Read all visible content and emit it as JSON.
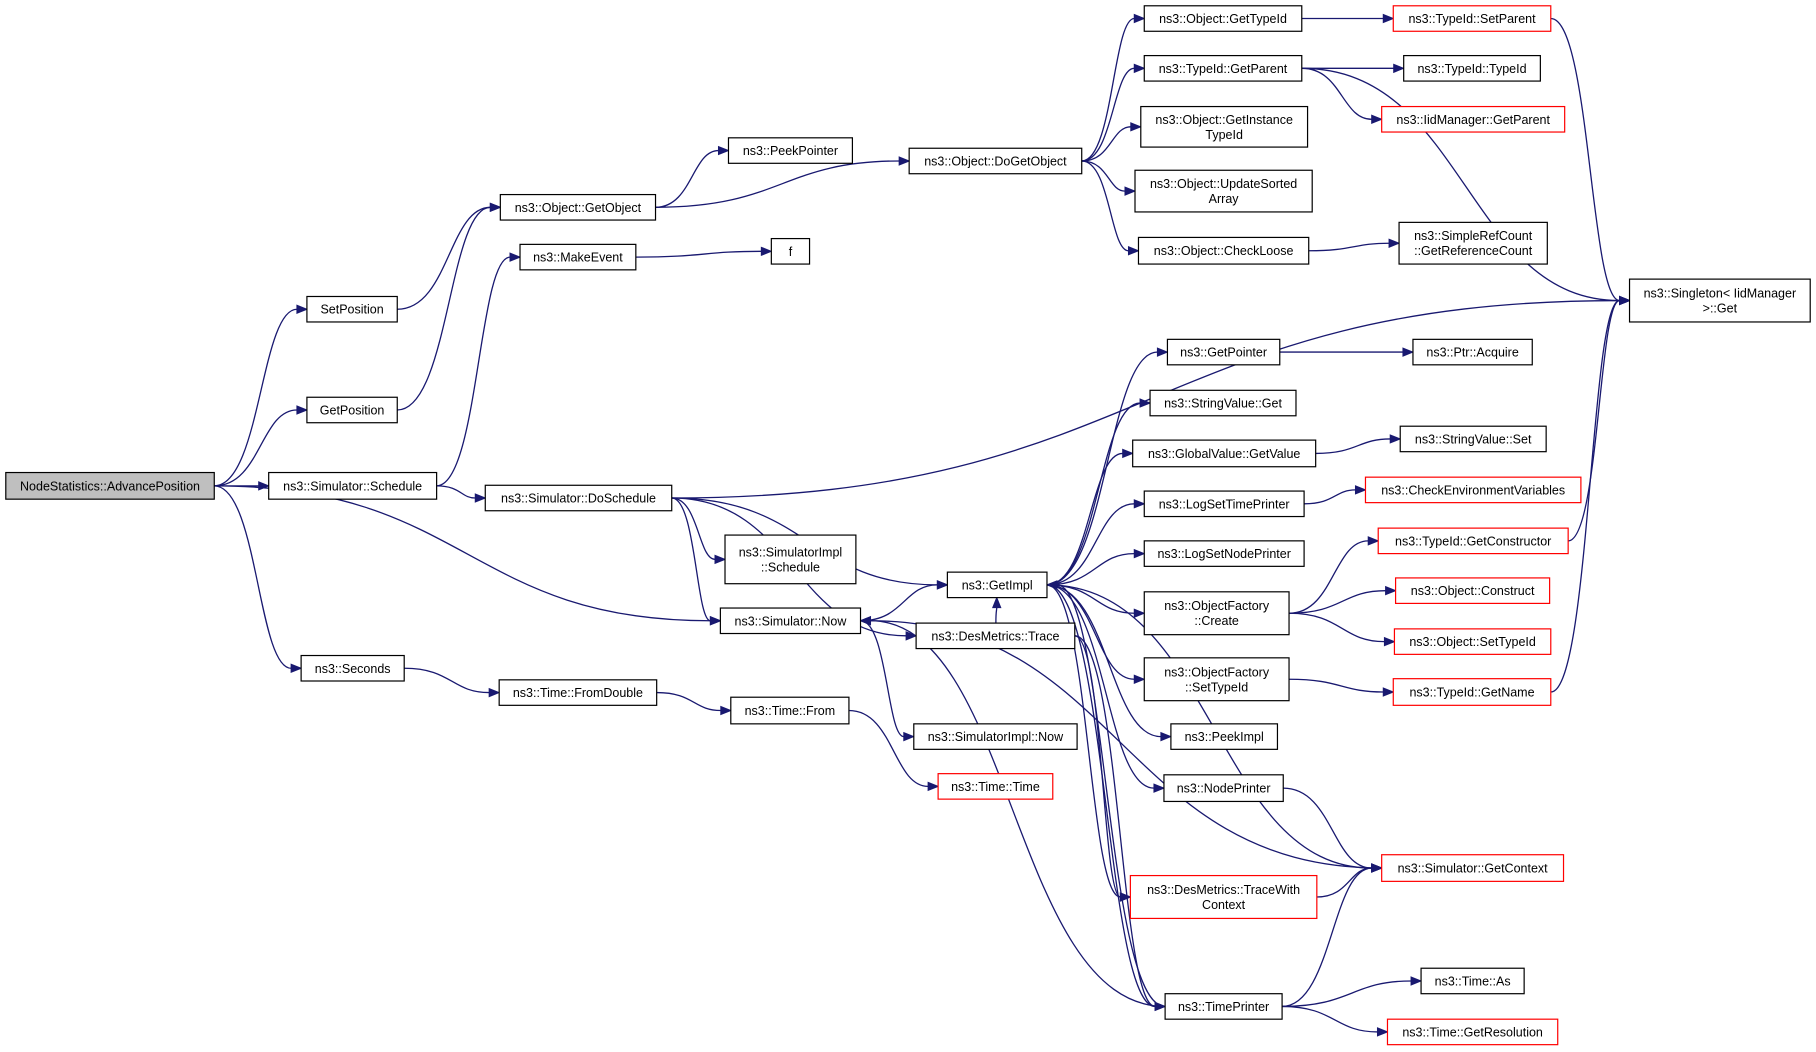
{
  "diagram": {
    "edge_color": "#191970",
    "truncated_border_color": "#ff0000",
    "root_fill": "#bfbfbf",
    "nodes": [
      {
        "id": "n0",
        "label": [
          "NodeStatistics::AdvancePosition"
        ],
        "root": true
      },
      {
        "id": "n1",
        "label": [
          "SetPosition"
        ]
      },
      {
        "id": "n2",
        "label": [
          "GetPosition"
        ]
      },
      {
        "id": "n3",
        "label": [
          "ns3::Simulator::Schedule"
        ]
      },
      {
        "id": "n4",
        "label": [
          "ns3::Simulator::Now"
        ]
      },
      {
        "id": "n5",
        "label": [
          "ns3::Seconds"
        ]
      },
      {
        "id": "n6",
        "label": [
          "ns3::Object::GetObject"
        ]
      },
      {
        "id": "n7",
        "label": [
          "ns3::MakeEvent"
        ]
      },
      {
        "id": "n8",
        "label": [
          "ns3::Simulator::DoSchedule"
        ]
      },
      {
        "id": "n9",
        "label": [
          "ns3::Time::FromDouble"
        ]
      },
      {
        "id": "n10",
        "label": [
          "ns3::PeekPointer"
        ]
      },
      {
        "id": "n11",
        "label": [
          "f"
        ]
      },
      {
        "id": "n12",
        "label": [
          "ns3::SimulatorImpl",
          "::Schedule"
        ]
      },
      {
        "id": "n13",
        "label": [
          "ns3::Time::From"
        ]
      },
      {
        "id": "n14",
        "label": [
          "ns3::Object::DoGetObject"
        ]
      },
      {
        "id": "n15",
        "label": [
          "ns3::GetImpl"
        ]
      },
      {
        "id": "n16",
        "label": [
          "ns3::DesMetrics::Trace"
        ]
      },
      {
        "id": "n17",
        "label": [
          "ns3::SimulatorImpl::Now"
        ]
      },
      {
        "id": "n18",
        "label": [
          "ns3::Time::Time"
        ],
        "truncated": true
      },
      {
        "id": "n19",
        "label": [
          "ns3::Object::GetTypeId"
        ]
      },
      {
        "id": "n20",
        "label": [
          "ns3::TypeId::GetParent"
        ]
      },
      {
        "id": "n21",
        "label": [
          "ns3::Object::GetInstance",
          "TypeId"
        ]
      },
      {
        "id": "n22",
        "label": [
          "ns3::Object::UpdateSorted",
          "Array"
        ]
      },
      {
        "id": "n23",
        "label": [
          "ns3::Object::CheckLoose"
        ]
      },
      {
        "id": "n24",
        "label": [
          "ns3::GetPointer"
        ]
      },
      {
        "id": "n25",
        "label": [
          "ns3::StringValue::Get"
        ]
      },
      {
        "id": "n26",
        "label": [
          "ns3::GlobalValue::GetValue"
        ]
      },
      {
        "id": "n27",
        "label": [
          "ns3::LogSetTimePrinter"
        ]
      },
      {
        "id": "n28",
        "label": [
          "ns3::LogSetNodePrinter"
        ]
      },
      {
        "id": "n29",
        "label": [
          "ns3::ObjectFactory",
          "::Create"
        ]
      },
      {
        "id": "n30",
        "label": [
          "ns3::ObjectFactory",
          "::SetTypeId"
        ]
      },
      {
        "id": "n31",
        "label": [
          "ns3::PeekImpl"
        ]
      },
      {
        "id": "n32",
        "label": [
          "ns3::NodePrinter"
        ]
      },
      {
        "id": "n33",
        "label": [
          "ns3::DesMetrics::TraceWith",
          "Context"
        ],
        "truncated": true
      },
      {
        "id": "n34",
        "label": [
          "ns3::TimePrinter"
        ]
      },
      {
        "id": "n35",
        "label": [
          "ns3::TypeId::SetParent"
        ],
        "truncated": true
      },
      {
        "id": "n36",
        "label": [
          "ns3::TypeId::TypeId"
        ]
      },
      {
        "id": "n37",
        "label": [
          "ns3::IidManager::GetParent"
        ],
        "truncated": true
      },
      {
        "id": "n38",
        "label": [
          "ns3::SimpleRefCount",
          "::GetReferenceCount"
        ]
      },
      {
        "id": "n39",
        "label": [
          "ns3::Singleton< IidManager",
          " >::Get"
        ]
      },
      {
        "id": "n40",
        "label": [
          "ns3::Ptr::Acquire"
        ]
      },
      {
        "id": "n41",
        "label": [
          "ns3::StringValue::Set"
        ]
      },
      {
        "id": "n42",
        "label": [
          "ns3::CheckEnvironmentVariables"
        ],
        "truncated": true
      },
      {
        "id": "n43",
        "label": [
          "ns3::TypeId::GetConstructor"
        ],
        "truncated": true
      },
      {
        "id": "n44",
        "label": [
          "ns3::Object::Construct"
        ],
        "truncated": true
      },
      {
        "id": "n45",
        "label": [
          "ns3::Object::SetTypeId"
        ],
        "truncated": true
      },
      {
        "id": "n46",
        "label": [
          "ns3::TypeId::GetName"
        ],
        "truncated": true
      },
      {
        "id": "n47",
        "label": [
          "ns3::Simulator::GetContext"
        ],
        "truncated": true
      },
      {
        "id": "n48",
        "label": [
          "ns3::Time::As"
        ]
      },
      {
        "id": "n49",
        "label": [
          "ns3::Time::GetResolution"
        ],
        "truncated": true
      }
    ],
    "edges": [
      [
        "n0",
        "n1"
      ],
      [
        "n0",
        "n2"
      ],
      [
        "n0",
        "n3"
      ],
      [
        "n0",
        "n4"
      ],
      [
        "n0",
        "n5"
      ],
      [
        "n1",
        "n6"
      ],
      [
        "n2",
        "n6"
      ],
      [
        "n3",
        "n7"
      ],
      [
        "n3",
        "n8"
      ],
      [
        "n5",
        "n9"
      ],
      [
        "n6",
        "n10"
      ],
      [
        "n6",
        "n14"
      ],
      [
        "n7",
        "n11"
      ],
      [
        "n8",
        "n39"
      ],
      [
        "n8",
        "n15"
      ],
      [
        "n8",
        "n12"
      ],
      [
        "n8",
        "n4"
      ],
      [
        "n8",
        "n16"
      ],
      [
        "n9",
        "n13"
      ],
      [
        "n13",
        "n18"
      ],
      [
        "n4",
        "n15"
      ],
      [
        "n4",
        "n17"
      ],
      [
        "n14",
        "n19"
      ],
      [
        "n14",
        "n20"
      ],
      [
        "n14",
        "n21"
      ],
      [
        "n14",
        "n22"
      ],
      [
        "n14",
        "n23"
      ],
      [
        "n19",
        "n35"
      ],
      [
        "n20",
        "n36"
      ],
      [
        "n20",
        "n37"
      ],
      [
        "n20",
        "n39"
      ],
      [
        "n35",
        "n39"
      ],
      [
        "n23",
        "n38"
      ],
      [
        "n15",
        "n24"
      ],
      [
        "n15",
        "n25"
      ],
      [
        "n15",
        "n26"
      ],
      [
        "n15",
        "n27"
      ],
      [
        "n15",
        "n28"
      ],
      [
        "n15",
        "n29"
      ],
      [
        "n15",
        "n30"
      ],
      [
        "n15",
        "n31"
      ],
      [
        "n15",
        "n32"
      ],
      [
        "n15",
        "n33"
      ],
      [
        "n15",
        "n34"
      ],
      [
        "n15",
        "n47"
      ],
      [
        "n24",
        "n40"
      ],
      [
        "n26",
        "n41"
      ],
      [
        "n27",
        "n42"
      ],
      [
        "n29",
        "n43"
      ],
      [
        "n29",
        "n44"
      ],
      [
        "n29",
        "n45"
      ],
      [
        "n30",
        "n46"
      ],
      [
        "n43",
        "n39"
      ],
      [
        "n46",
        "n39"
      ],
      [
        "n16",
        "n15"
      ],
      [
        "n16",
        "n33"
      ],
      [
        "n16",
        "n34"
      ],
      [
        "n32",
        "n47"
      ],
      [
        "n33",
        "n47"
      ],
      [
        "n47",
        "n4"
      ],
      [
        "n34",
        "n15"
      ],
      [
        "n34",
        "n4"
      ],
      [
        "n34",
        "n47"
      ],
      [
        "n34",
        "n48"
      ],
      [
        "n34",
        "n49"
      ]
    ]
  }
}
